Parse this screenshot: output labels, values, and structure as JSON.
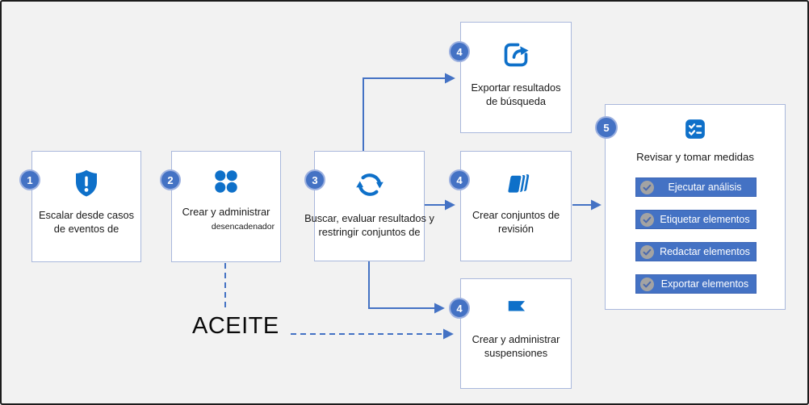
{
  "colors": {
    "background": "#f2f2f2",
    "frame_border": "#1c1c1c",
    "box_border": "#a9b8dc",
    "connector_accent": "#4472c4",
    "step_circle": "#4472c4",
    "icon_blue": "#0e70c9",
    "action_button": "#4472c4",
    "check_circle_gray": "#a3a3a3"
  },
  "floating_label": "ACEITE",
  "steps": [
    {
      "num": "1",
      "label": "Escalar desde casos de eventos de",
      "icon": "shield-exclamation-icon"
    },
    {
      "num": "2",
      "label": "Crear y administrar",
      "sublabel": "desencadenador",
      "icon": "apps-grid-icon"
    },
    {
      "num": "3",
      "label": "Buscar, evaluar resultados y restringir conjuntos de",
      "icon": "sync-icon"
    },
    {
      "num": "4",
      "label": "Exportar resultados de búsqueda",
      "icon": "export-share-icon"
    },
    {
      "num": "4",
      "label": "Crear conjuntos de revisión",
      "icon": "review-sets-icon"
    },
    {
      "num": "4",
      "label": "Crear y administrar suspensiones",
      "icon": "flag-icon"
    },
    {
      "num": "5",
      "label": "Revisar y tomar medidas",
      "icon": "checklist-icon",
      "actions": [
        "Ejecutar análisis",
        "Etiquetar elementos",
        "Redactar elementos",
        "Exportar elementos"
      ]
    }
  ]
}
